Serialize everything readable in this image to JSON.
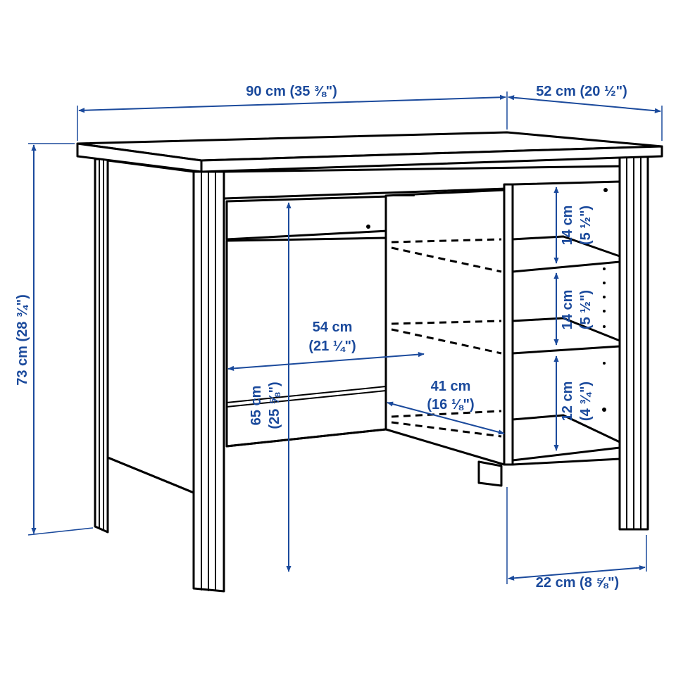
{
  "colors": {
    "dimension": "#1b4a9c",
    "outline": "#000000",
    "background": "#ffffff"
  },
  "dimensions": {
    "width": "90 cm (35 ⅜\")",
    "depth": "52 cm (20 ½\")",
    "height": "73 cm (28 ¾\")",
    "knee_width_cm": "54 cm",
    "knee_width_in": "(21 ¼\")",
    "knee_height_cm": "65 cm",
    "knee_height_in": "(25 ⅝\")",
    "knee_depth_cm": "41 cm",
    "knee_depth_in": "(16 ⅛\")",
    "shelf_top_cm": "14 cm",
    "shelf_top_in": "(5 ½\")",
    "shelf_mid_cm": "14 cm",
    "shelf_mid_in": "(5 ½\")",
    "shelf_bottom_cm": "12 cm",
    "shelf_bottom_in": "(4 ¾\")",
    "shelf_width": "22 cm (8 ⅝\")"
  }
}
